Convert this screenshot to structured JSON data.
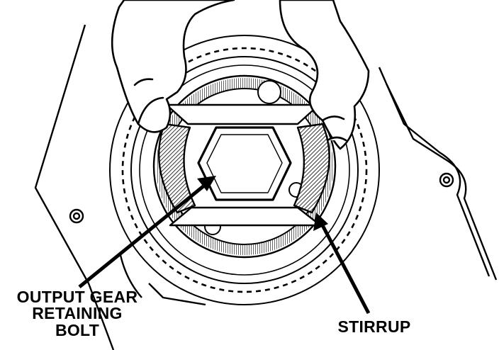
{
  "labels": {
    "output_gear_bolt": {
      "line1": "OUTPUT GEAR",
      "line2": "RETAINING",
      "line3": "BOLT"
    },
    "stirrup": "STIRRUP"
  },
  "colors": {
    "ink": "#000000",
    "paper": "#ffffff"
  },
  "icons": [
    "hand-icon",
    "gear-icon",
    "hex-bolt-icon",
    "stirrup-icon",
    "arrow-icon"
  ]
}
